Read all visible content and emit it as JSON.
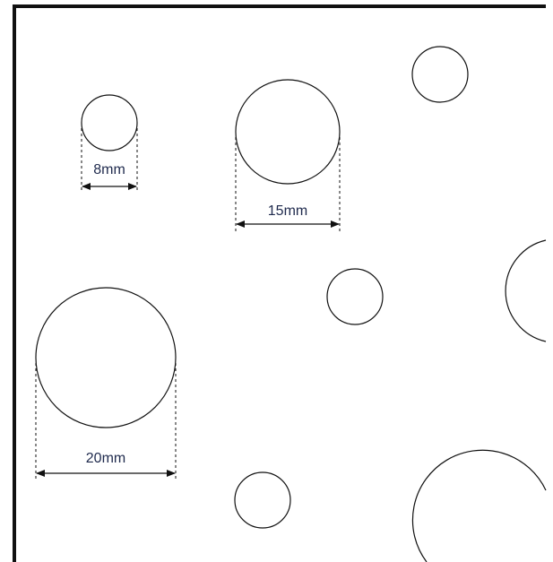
{
  "colors": {
    "ink": "#111111",
    "label": "#1f2a4d",
    "background": "#ffffff"
  },
  "dimensions": {
    "small": "8mm",
    "medium": "15mm",
    "large": "20mm"
  }
}
